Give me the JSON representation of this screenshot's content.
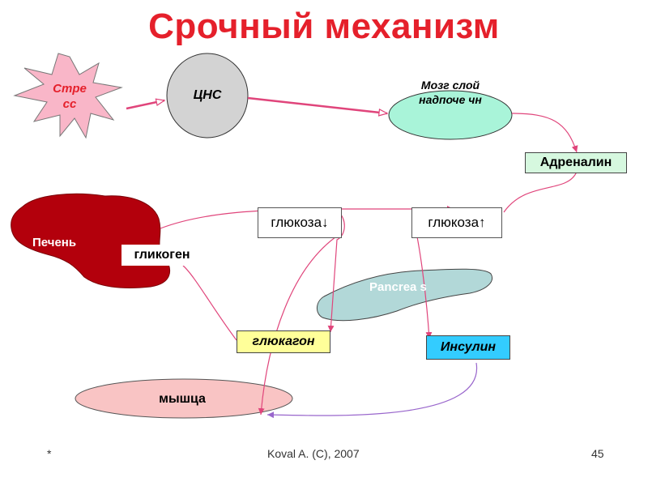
{
  "title": "Срочный механизм",
  "nodes": {
    "stress": "Стре сс",
    "cns": "ЦНС",
    "adrenal": "Мозг слой надпоче чн",
    "adrenaline": "Адреналин",
    "liver": "Печень",
    "glycogen": "гликоген",
    "glucose_down": "глюкоза↓",
    "glucose_up": "глюкоза↑",
    "pancreas": "Pancrea s",
    "glucagon": "глюкагон",
    "insulin": "Инсулин",
    "muscle": "мышца"
  },
  "footer": {
    "left": "*",
    "center": "Koval A. (C), 2007",
    "page": "45"
  },
  "colors": {
    "title": "#e5202b",
    "stress_fill": "#f9b6c8",
    "cns_fill": "#d3d3d3",
    "adrenal_fill": "#a9f4d9",
    "adrenaline_fill": "#d6f8df",
    "liver_fill": "#b3000c",
    "pancreas_fill": "#b2d8d8",
    "glucagon_fill": "#ffff99",
    "insulin_fill": "#33ccff",
    "muscle_fill": "#f9c4c4",
    "connector": "#e0457b",
    "insulin_connector": "#9966cc"
  }
}
